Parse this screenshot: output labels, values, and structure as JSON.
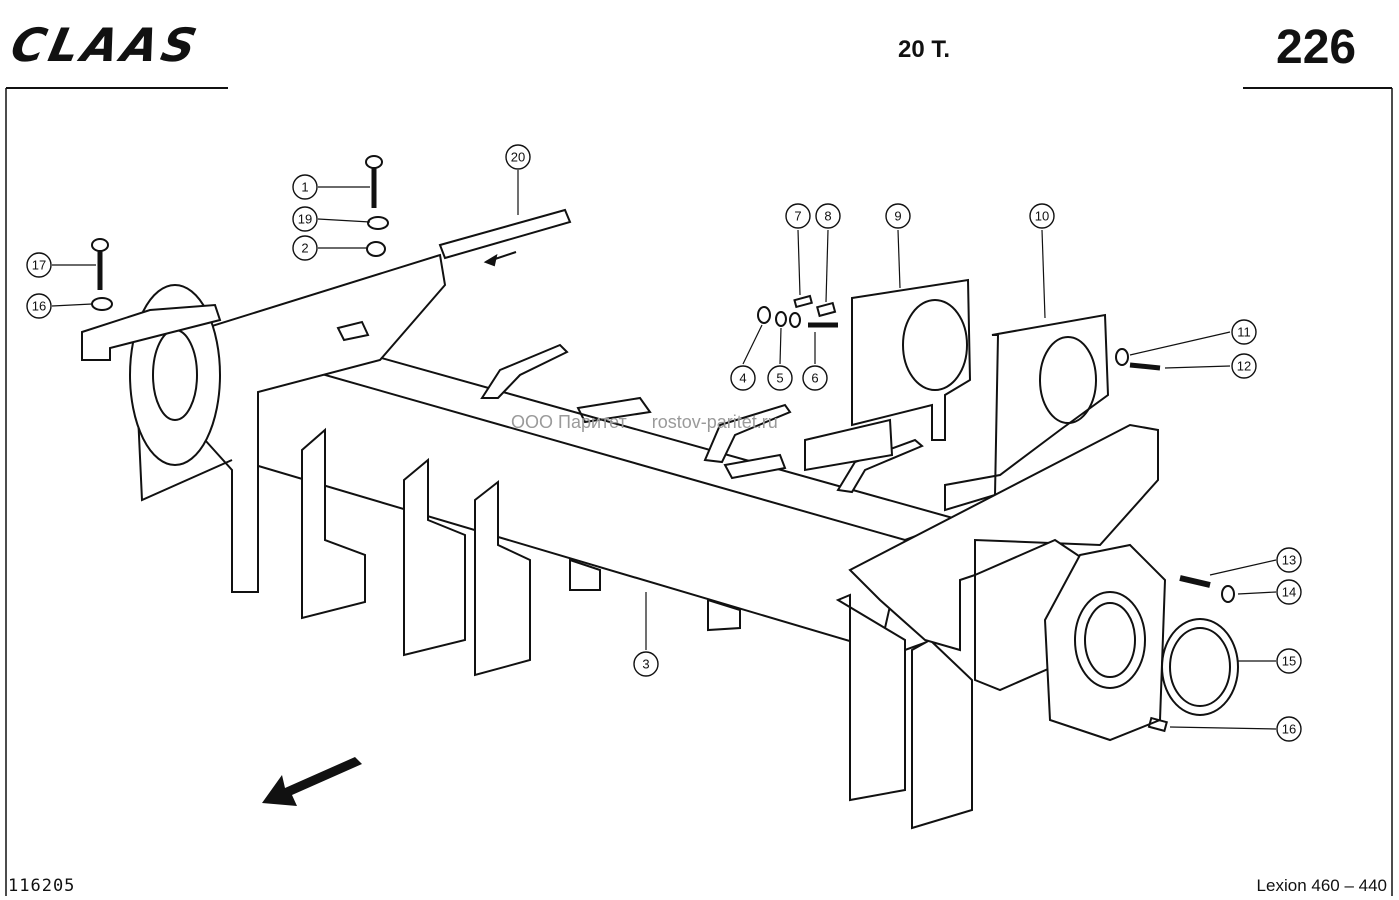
{
  "header": {
    "brand_logo": "CLAAS",
    "group_code": "20 T.",
    "page_number": "226"
  },
  "footer": {
    "drawing_number": "116205",
    "model": "Lexion 460 – 440"
  },
  "watermark": "ООО Паритет     rostov-paritet.ru",
  "callouts": [
    "1",
    "2",
    "3",
    "4",
    "5",
    "6",
    "7",
    "8",
    "9",
    "10",
    "11",
    "12",
    "13",
    "14",
    "15",
    "16",
    "16",
    "17",
    "19",
    "20"
  ]
}
